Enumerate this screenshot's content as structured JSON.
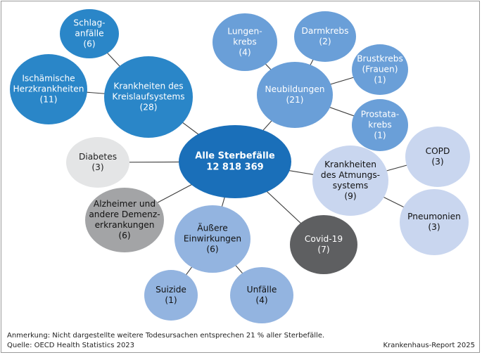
{
  "nodes": {
    "center": {
      "lines": [
        "Alle Sterbefälle",
        "12 818 369"
      ],
      "fill": "#1a6fb9",
      "text": "#ffffff"
    },
    "kreislauf": {
      "lines": [
        "Krankheiten des",
        "Kreislaufsystems",
        "(28)"
      ],
      "fill": "#2a86c8",
      "text": "#ffffff"
    },
    "schlag": {
      "lines": [
        "Schlag-",
        "anfälle",
        "(6)"
      ],
      "fill": "#2a86c8",
      "text": "#ffffff"
    },
    "ischaemisch": {
      "lines": [
        "Ischämische",
        "Herzkrankheiten",
        "(11)"
      ],
      "fill": "#2a86c8",
      "text": "#ffffff"
    },
    "neubildungen": {
      "lines": [
        "Neubildungen",
        "(21)"
      ],
      "fill": "#6a9fd8",
      "text": "#ffffff"
    },
    "lungen": {
      "lines": [
        "Lungen-",
        "krebs",
        "(4)"
      ],
      "fill": "#6a9fd8",
      "text": "#ffffff"
    },
    "darm": {
      "lines": [
        "Darmkrebs",
        "(2)"
      ],
      "fill": "#6a9fd8",
      "text": "#ffffff"
    },
    "brust": {
      "lines": [
        "Brustkrebs",
        "(Frauen)",
        "(1)"
      ],
      "fill": "#6a9fd8",
      "text": "#ffffff"
    },
    "prostata": {
      "lines": [
        "Prostata-",
        "krebs",
        "(1)"
      ],
      "fill": "#6a9fd8",
      "text": "#ffffff"
    },
    "diabetes": {
      "lines": [
        "Diabetes",
        "(3)"
      ],
      "fill": "#e4e5e6",
      "text": "#222222"
    },
    "alzheimer": {
      "lines": [
        "Alzheimer und",
        "andere Demenz-",
        "erkrankungen",
        "(6)"
      ],
      "fill": "#a3a4a6",
      "text": "#111111"
    },
    "aeussere": {
      "lines": [
        "Äußere",
        "Einwirkungen",
        "(6)"
      ],
      "fill": "#93b4e0",
      "text": "#111111"
    },
    "suizide": {
      "lines": [
        "Suizide",
        "(1)"
      ],
      "fill": "#93b4e0",
      "text": "#111111"
    },
    "unfaelle": {
      "lines": [
        "Unfälle",
        "(4)"
      ],
      "fill": "#93b4e0",
      "text": "#111111"
    },
    "covid": {
      "lines": [
        "Covid-19",
        "(7)"
      ],
      "fill": "#5e5f61",
      "text": "#ffffff"
    },
    "atmung": {
      "lines": [
        "Krankheiten",
        "des  Atmungs-",
        "systems",
        "(9)"
      ],
      "fill": "#c9d6ef",
      "text": "#111111"
    },
    "copd": {
      "lines": [
        "COPD",
        "(3)"
      ],
      "fill": "#c9d6ef",
      "text": "#111111"
    },
    "pneumonien": {
      "lines": [
        "Pneumonien",
        "(3)"
      ],
      "fill": "#c9d6ef",
      "text": "#111111"
    }
  },
  "footer": {
    "note": "Anmerkung: Nicht dargestellte weitere Todesursachen entsprechen 21 % aller Sterbefälle.",
    "source": "Quelle: OECD Health Statistics 2023",
    "report": "Krankenhaus-Report 2025"
  },
  "colors": {
    "connector": "#3a3a3a",
    "frame": "#9a9a9a"
  }
}
